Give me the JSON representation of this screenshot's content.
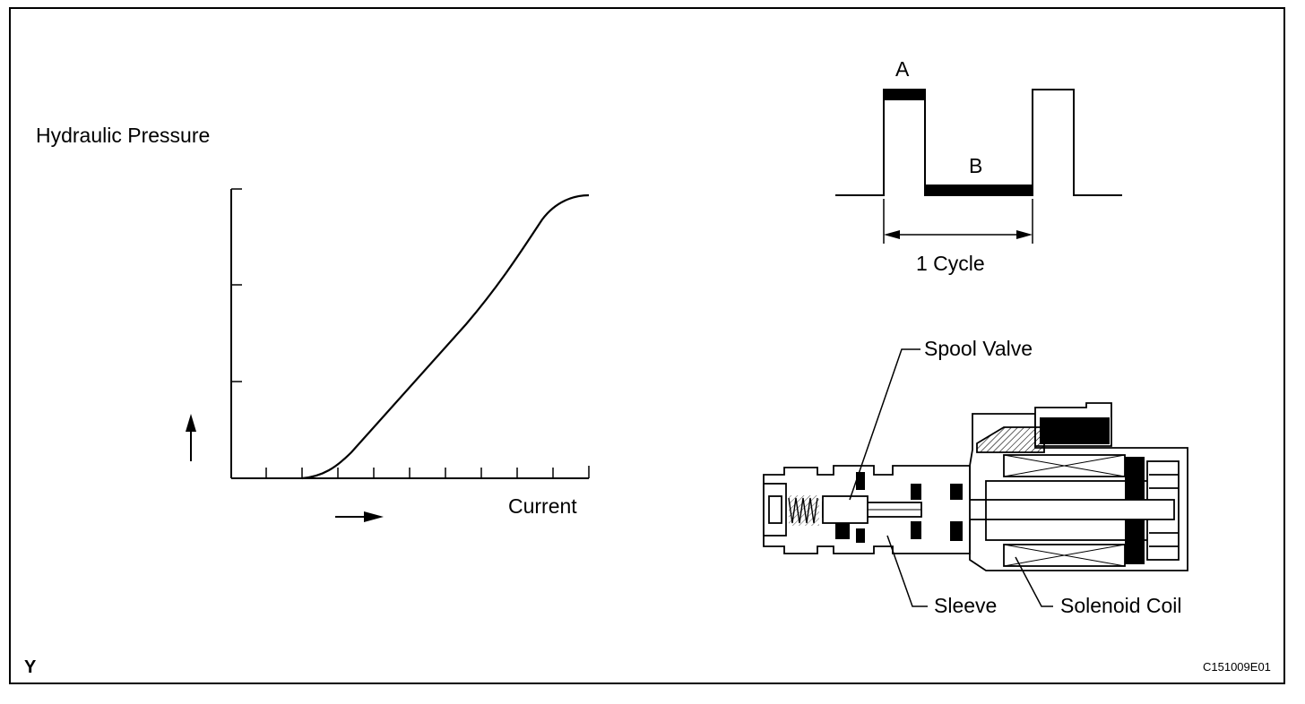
{
  "graph": {
    "y_label": "Hydraulic Pressure",
    "x_label": "Current"
  },
  "waveform": {
    "label_a": "A",
    "label_b": "B",
    "cycle_label": "1 Cycle"
  },
  "valve": {
    "spool_valve": "Spool Valve",
    "sleeve": "Sleeve",
    "solenoid_coil": "Solenoid Coil"
  },
  "corner": {
    "left_mark": "Y",
    "figure_code": "C151009E01"
  }
}
